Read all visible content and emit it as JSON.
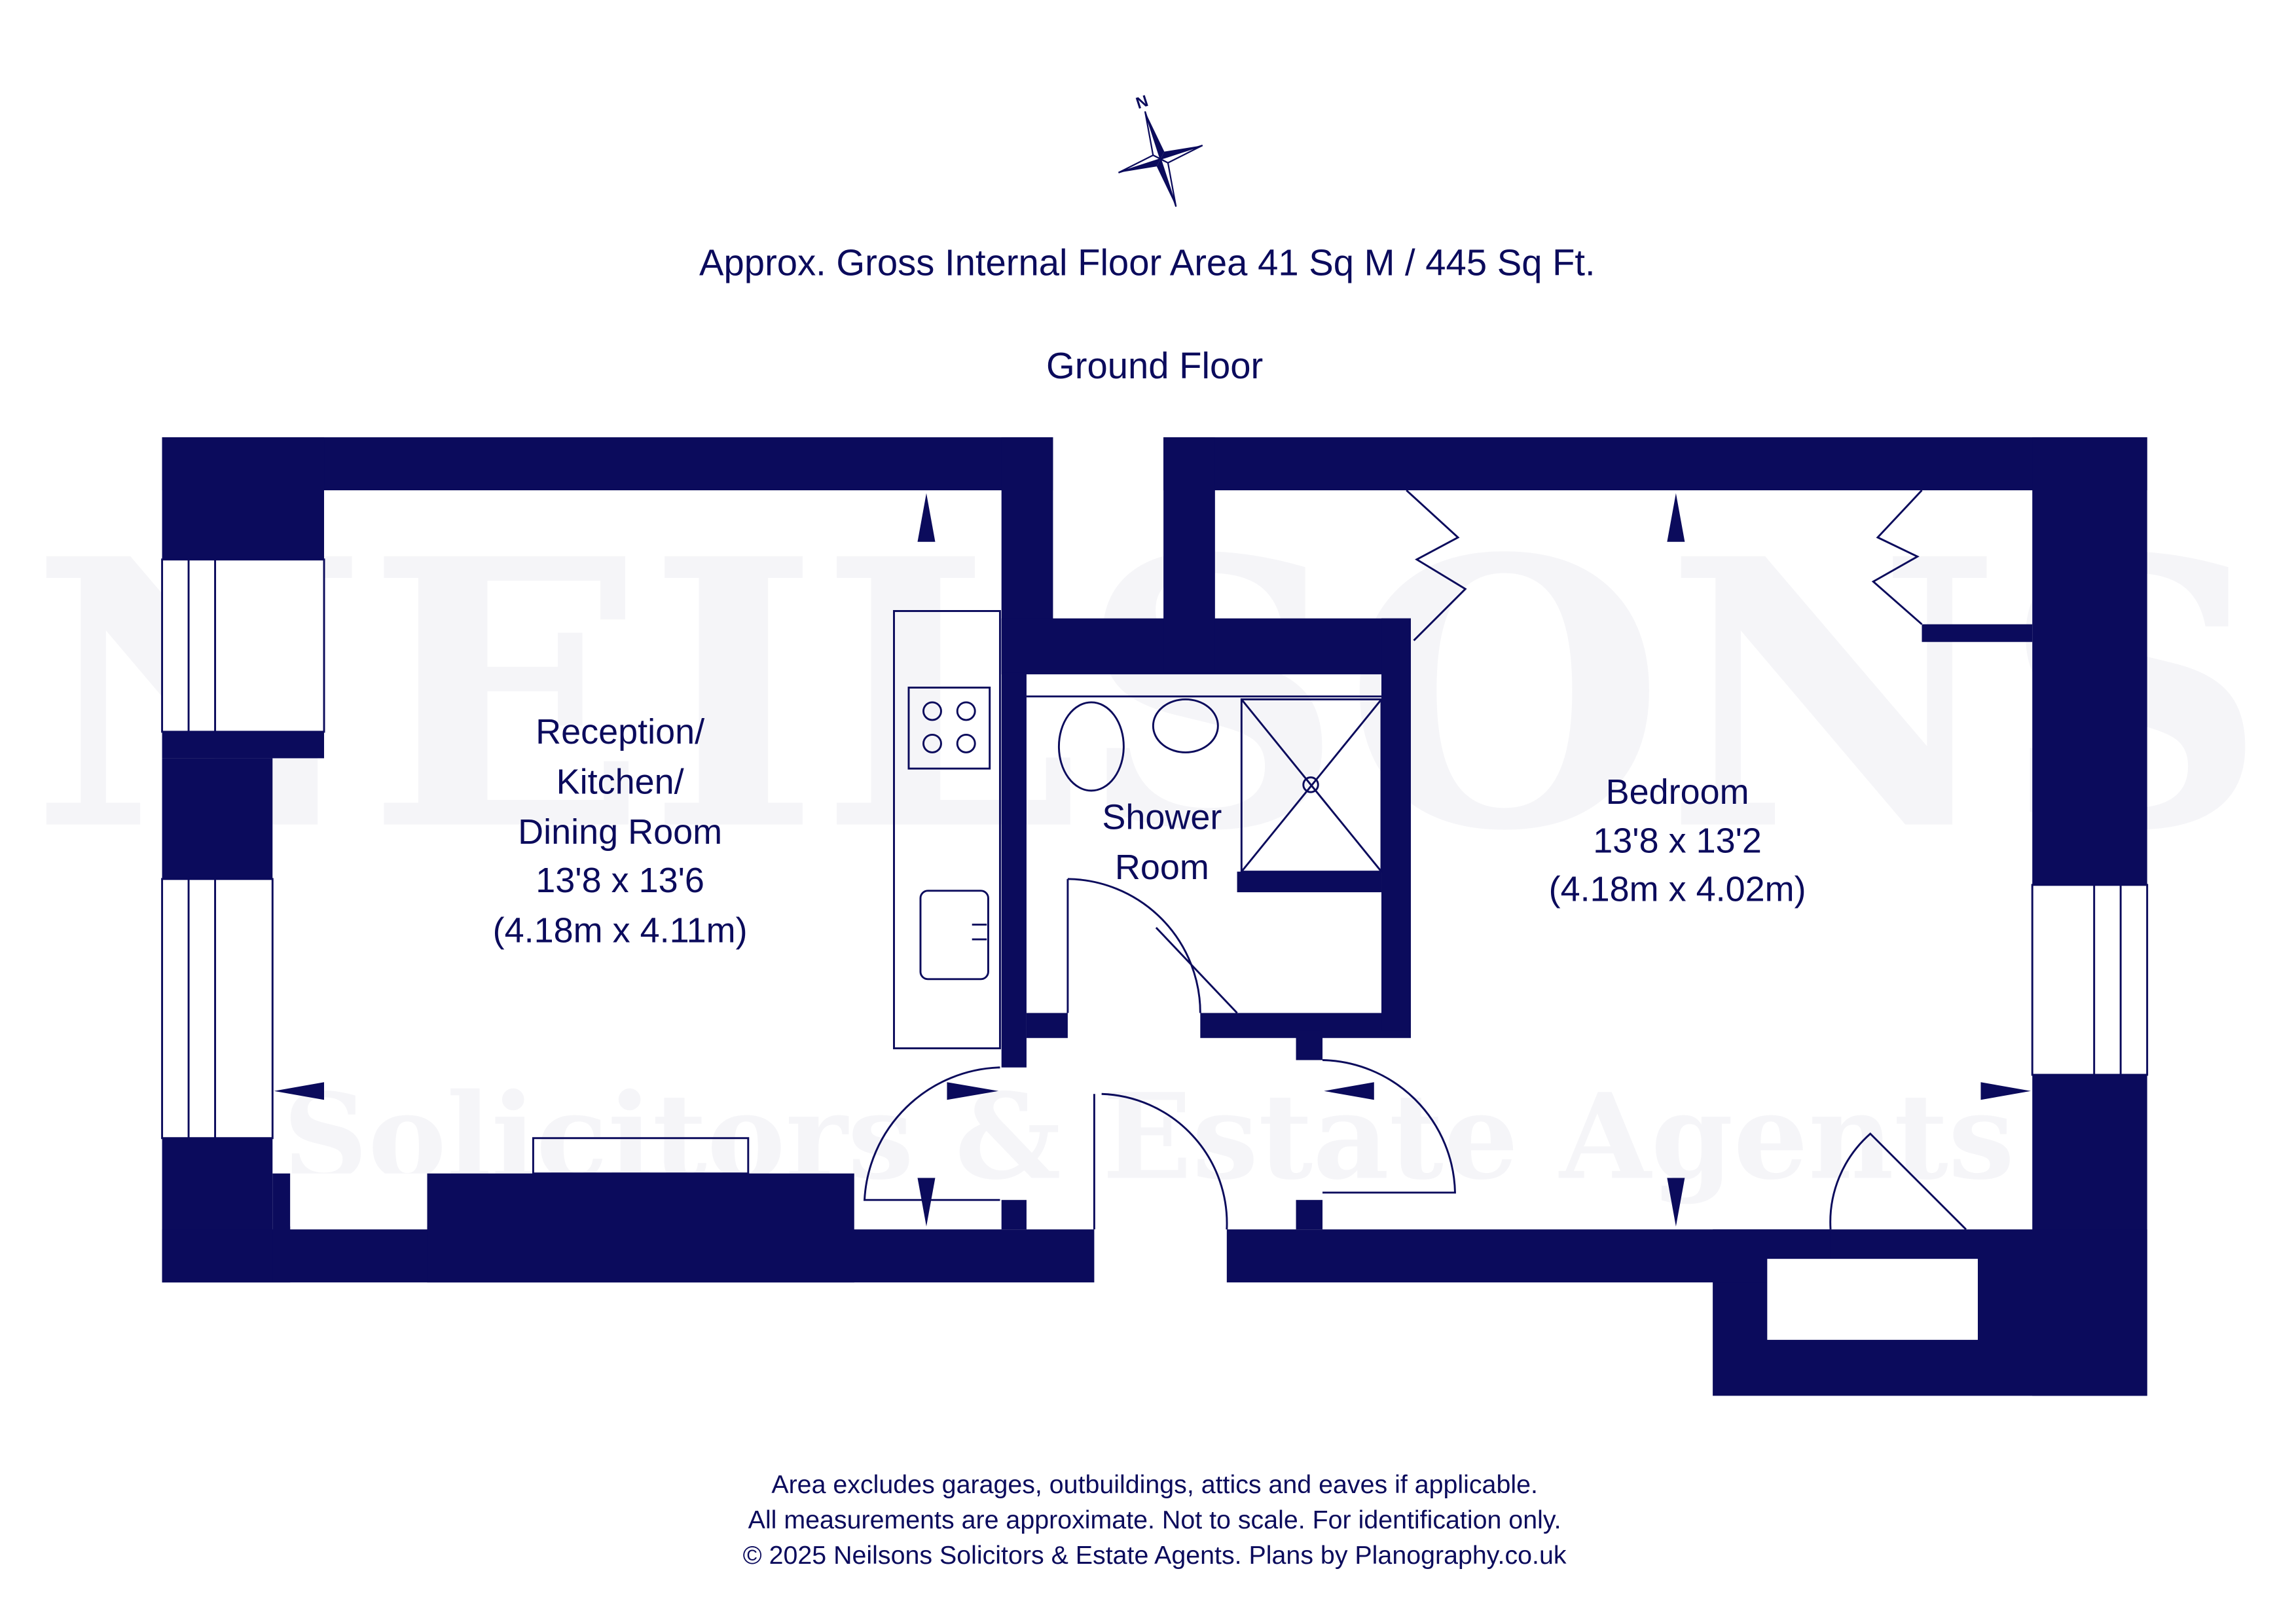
{
  "compass": {
    "north_label": "N"
  },
  "header": {
    "area": "Approx. Gross Internal Floor Area 41 Sq M / 445 Sq Ft.",
    "floor": "Ground Floor"
  },
  "watermark": {
    "brand": "NEILSONS",
    "tagline": "Solicitors & Estate Agents"
  },
  "rooms": [
    {
      "lines": [
        "Reception/",
        "Kitchen/",
        "Dining Room",
        "13'8 x 13'6",
        "(4.18m x 4.11m)"
      ]
    },
    {
      "lines": [
        "Shower",
        "Room"
      ]
    },
    {
      "lines": [
        "Bedroom",
        "13'8 x 13'2",
        "(4.18m x 4.02m)"
      ]
    }
  ],
  "footer": {
    "line1": "Area excludes garages, outbuildings, attics and eaves if applicable.",
    "line2": "All measurements are approximate. Not to scale. For identification only.",
    "line3": "© 2025 Neilsons Solicitors & Estate Agents. Plans by Planography.co.uk"
  },
  "colors": {
    "ink": "#0b0b5c",
    "background": "#ffffff"
  }
}
